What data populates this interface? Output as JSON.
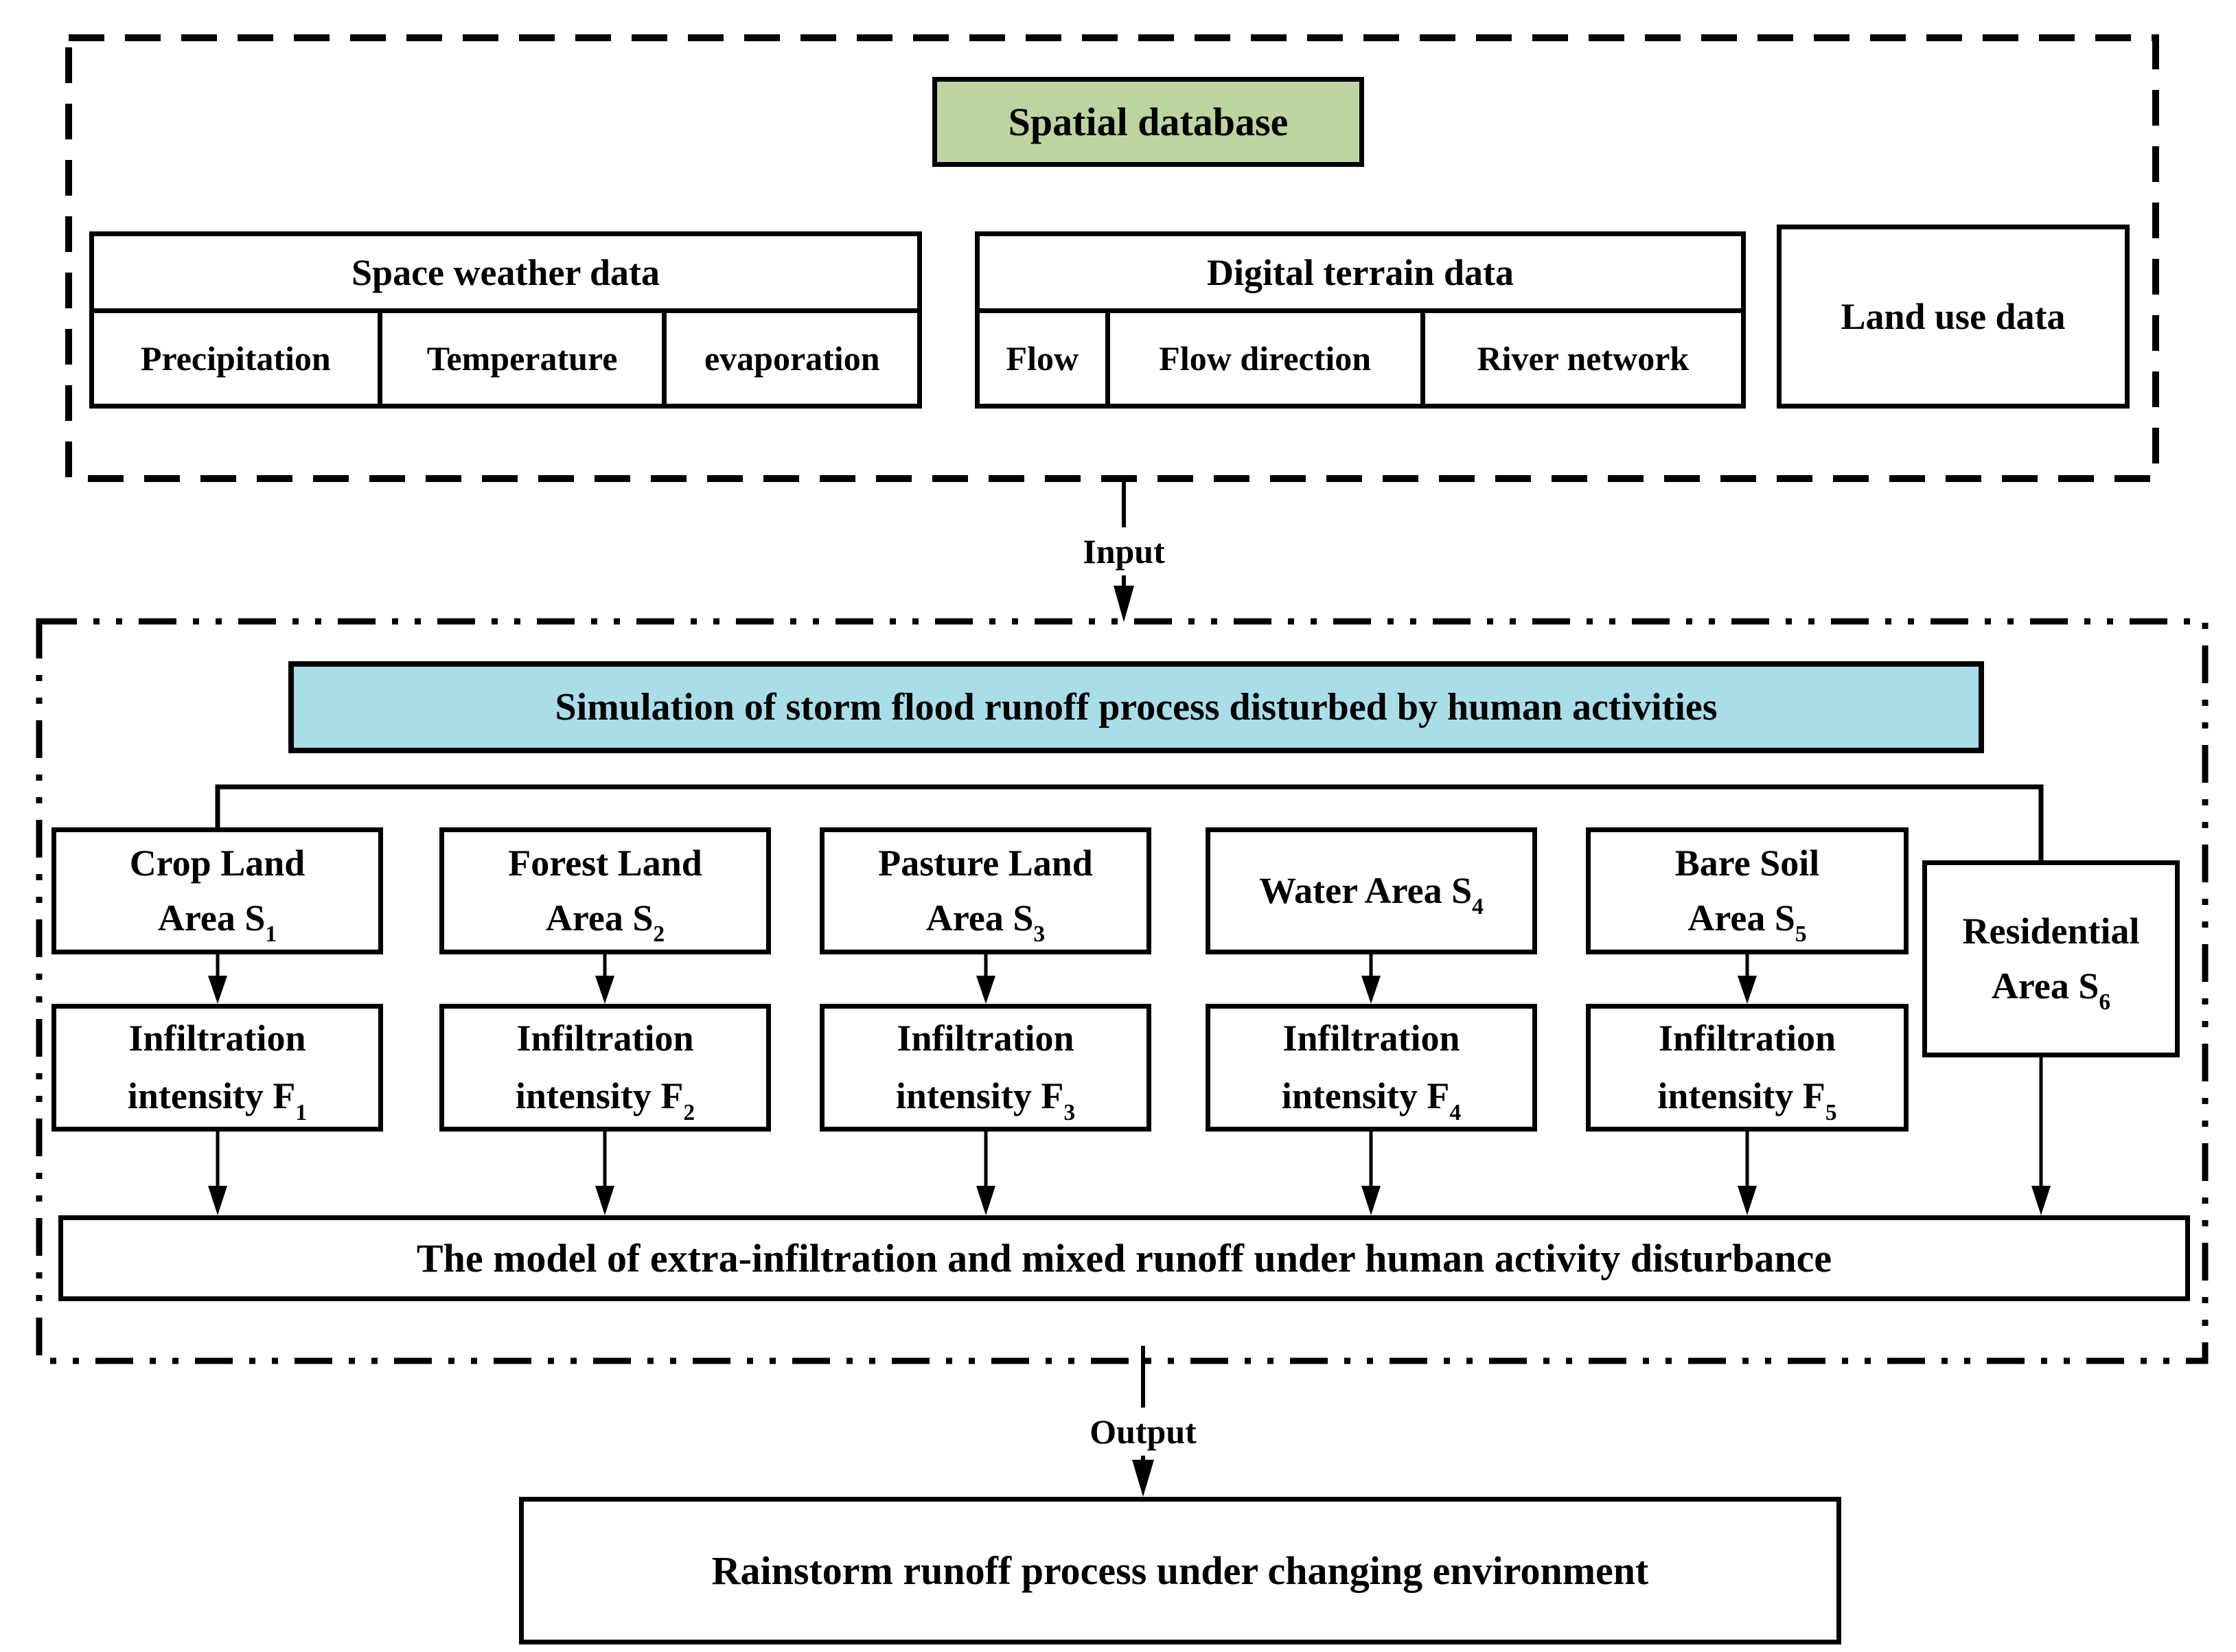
{
  "colors": {
    "spatial_db_fill": "#bdd4a0",
    "simulation_fill": "#a9dee9",
    "line_color": "#000000"
  },
  "spatial_section": {
    "title": "Spatial database",
    "weather_table": {
      "header": "Space weather data",
      "cells": [
        "Precipitation",
        "Temperature",
        "evaporation"
      ]
    },
    "terrain_table": {
      "header": "Digital terrain data",
      "cells": [
        "Flow",
        "Flow direction",
        "River network"
      ]
    },
    "land_use_label": "Land use data"
  },
  "input_label": "Input",
  "simulation_section": {
    "title": "Simulation of storm flood runoff process disturbed by human activities",
    "columns": [
      {
        "land": "Crop Land\nArea S",
        "land_sub": "1",
        "infil": "Infiltration\nintensity F",
        "infil_sub": "1"
      },
      {
        "land": "Forest Land\nArea S",
        "land_sub": "2",
        "infil": "Infiltration\nintensity F",
        "infil_sub": "2"
      },
      {
        "land": "Pasture Land\nArea S",
        "land_sub": "3",
        "infil": "Infiltration\nintensity F",
        "infil_sub": "3"
      },
      {
        "land": "Water Area S",
        "land_sub": "4",
        "infil": "Infiltration\nintensity F",
        "infil_sub": "4"
      },
      {
        "land": "Bare Soil\nArea S",
        "land_sub": "5",
        "infil": "Infiltration\nintensity F",
        "infil_sub": "5"
      }
    ],
    "residential": {
      "label": "Residential\nArea S",
      "sub": "6"
    },
    "model_label": "The model of extra-infiltration and mixed runoff under human activity disturbance"
  },
  "output_label": "Output",
  "result_label": "Rainstorm runoff process under changing environment"
}
